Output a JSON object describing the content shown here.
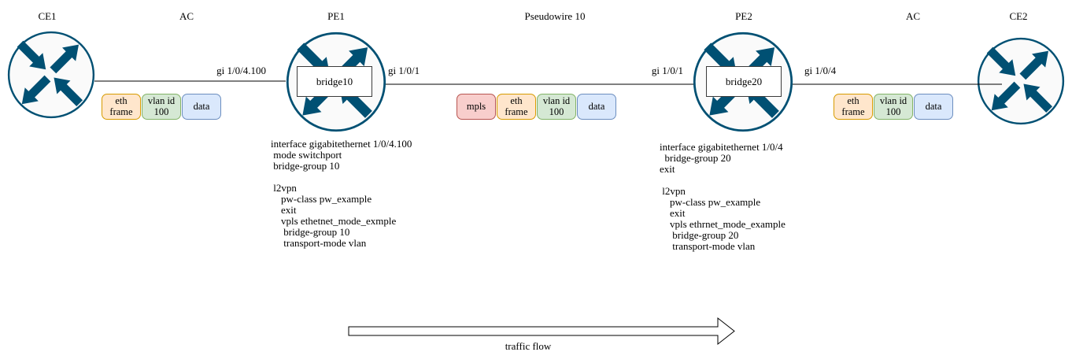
{
  "colors": {
    "router_stroke": "#005073",
    "router_fill": "#FAFAFA",
    "eth_frame_fill": "#FFE6CC",
    "eth_frame_stroke": "#D79B00",
    "vlan_fill": "#D5E8D4",
    "vlan_stroke": "#82B366",
    "data_fill": "#DAE8FC",
    "data_stroke": "#6C8EBF",
    "mpls_fill": "#F8CECC",
    "mpls_stroke": "#B85450"
  },
  "nodes": {
    "ce1": {
      "label": "CE1"
    },
    "pe1": {
      "label": "PE1",
      "bridge": "bridge10"
    },
    "pe2": {
      "label": "PE2",
      "bridge": "bridge20"
    },
    "ce2": {
      "label": "CE2"
    }
  },
  "segments": {
    "ac_left": "AC",
    "pseudowire": "Pseudowire 10",
    "ac_right": "AC"
  },
  "interfaces": {
    "ce1_pe1": "gi 1/0/4.100",
    "pe1_core": "gi 1/0/1",
    "pe2_core": "gi 1/0/1",
    "pe2_ce2": "gi 1/0/4"
  },
  "frames": {
    "ac_left": {
      "cells": [
        {
          "label": "eth\nframe"
        },
        {
          "label": "vlan id\n100"
        },
        {
          "label": "data"
        }
      ]
    },
    "pseudowire": {
      "cells": [
        {
          "label": "mpls"
        },
        {
          "label": "eth\nframe"
        },
        {
          "label": "vlan id\n100"
        },
        {
          "label": "data"
        }
      ]
    },
    "ac_right": {
      "cells": [
        {
          "label": "eth\nframe"
        },
        {
          "label": "vlan id\n100"
        },
        {
          "label": "data"
        }
      ]
    }
  },
  "configs": {
    "pe1": "interface gigabitethernet 1/0/4.100\n mode switchport\n bridge-group 10\n\n l2vpn\n    pw-class pw_example\n    exit\n    vpls ethetnet_mode_exmple\n     bridge-group 10\n     transport-mode vlan",
    "pe2": "interface gigabitethernet 1/0/4\n  bridge-group 20\nexit\n\n l2vpn\n    pw-class pw_example\n    exit\n    vpls ethrnet_mode_example\n     bridge-group 20\n     transport-mode vlan"
  },
  "traffic_flow": {
    "label": "traffic flow"
  }
}
